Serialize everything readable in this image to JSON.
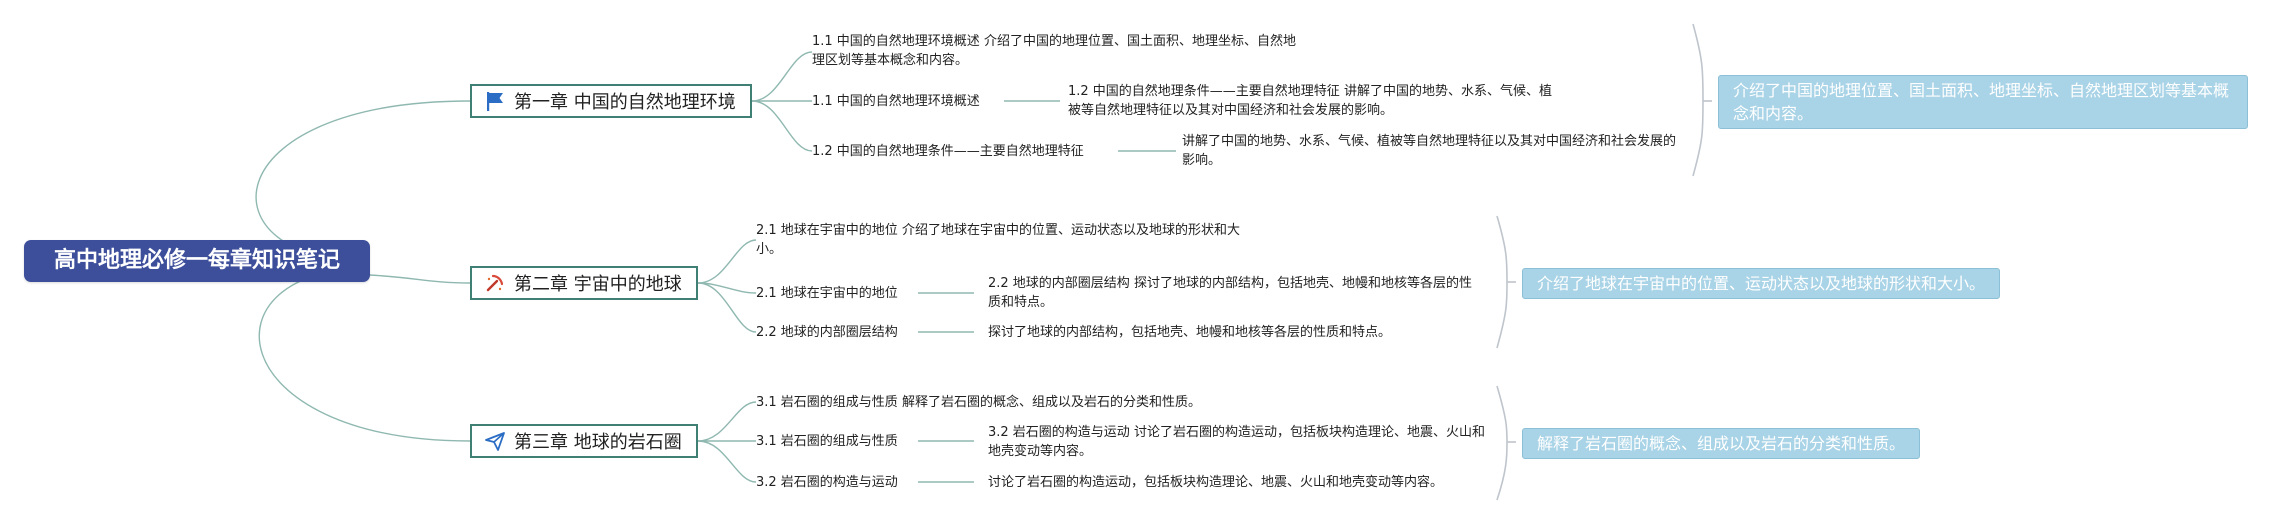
{
  "root": {
    "title": "高中地理必修一每章知识笔记"
  },
  "chapters": [
    {
      "title": "第一章 中国的自然地理环境",
      "icon": "flag-icon",
      "items": [
        {
          "text": "1.1 中国的自然地理环境概述 介绍了中国的地理位置、国土面积、地理坐标、自然地理区划等基本概念和内容。"
        },
        {
          "text": "1.1 中国的自然地理环境概述",
          "child": "1.2 中国的自然地理条件——主要自然地理特征 讲解了中国的地势、水系、气候、植被等自然地理特征以及其对中国经济和社会发展的影响。"
        },
        {
          "text": "1.2 中国的自然地理条件——主要自然地理特征",
          "child": "讲解了中国的地势、水系、气候、植被等自然地理特征以及其对中国经济和社会发展的影响。"
        }
      ],
      "summary": "介绍了中国的地理位置、国土面积、地理坐标、自然地理区划等基本概念和内容。"
    },
    {
      "title": "第二章 宇宙中的地球",
      "icon": "pick-icon",
      "items": [
        {
          "text": "2.1 地球在宇宙中的地位 介绍了地球在宇宙中的位置、运动状态以及地球的形状和大小。"
        },
        {
          "text": "2.1 地球在宇宙中的地位",
          "child": "2.2 地球的内部圈层结构 探讨了地球的内部结构，包括地壳、地幔和地核等各层的性质和特点。"
        },
        {
          "text": "2.2 地球的内部圈层结构",
          "child": "探讨了地球的内部结构，包括地壳、地幔和地核等各层的性质和特点。"
        }
      ],
      "summary": "介绍了地球在宇宙中的位置、运动状态以及地球的形状和大小。"
    },
    {
      "title": "第三章 地球的岩石圈",
      "icon": "paper-plane-icon",
      "items": [
        {
          "text": "3.1 岩石圈的组成与性质 解释了岩石圈的概念、组成以及岩石的分类和性质。"
        },
        {
          "text": "3.1 岩石圈的组成与性质",
          "child": "3.2 岩石圈的构造与运动 讨论了岩石圈的构造运动，包括板块构造理论、地震、火山和地壳变动等内容。"
        },
        {
          "text": "3.2 岩石圈的构造与运动",
          "child": "讨论了岩石圈的构造运动，包括板块构造理论、地震、火山和地壳变动等内容。"
        }
      ],
      "summary": "解释了岩石圈的概念、组成以及岩石的分类和性质。"
    }
  ],
  "colors": {
    "root_bg": "#3d4f9b",
    "branch_line": "#8fb8b0",
    "chapter_border": "#3f7f74",
    "summary_bg": "#a9d3e6",
    "bracket": "#bfc5cc"
  }
}
